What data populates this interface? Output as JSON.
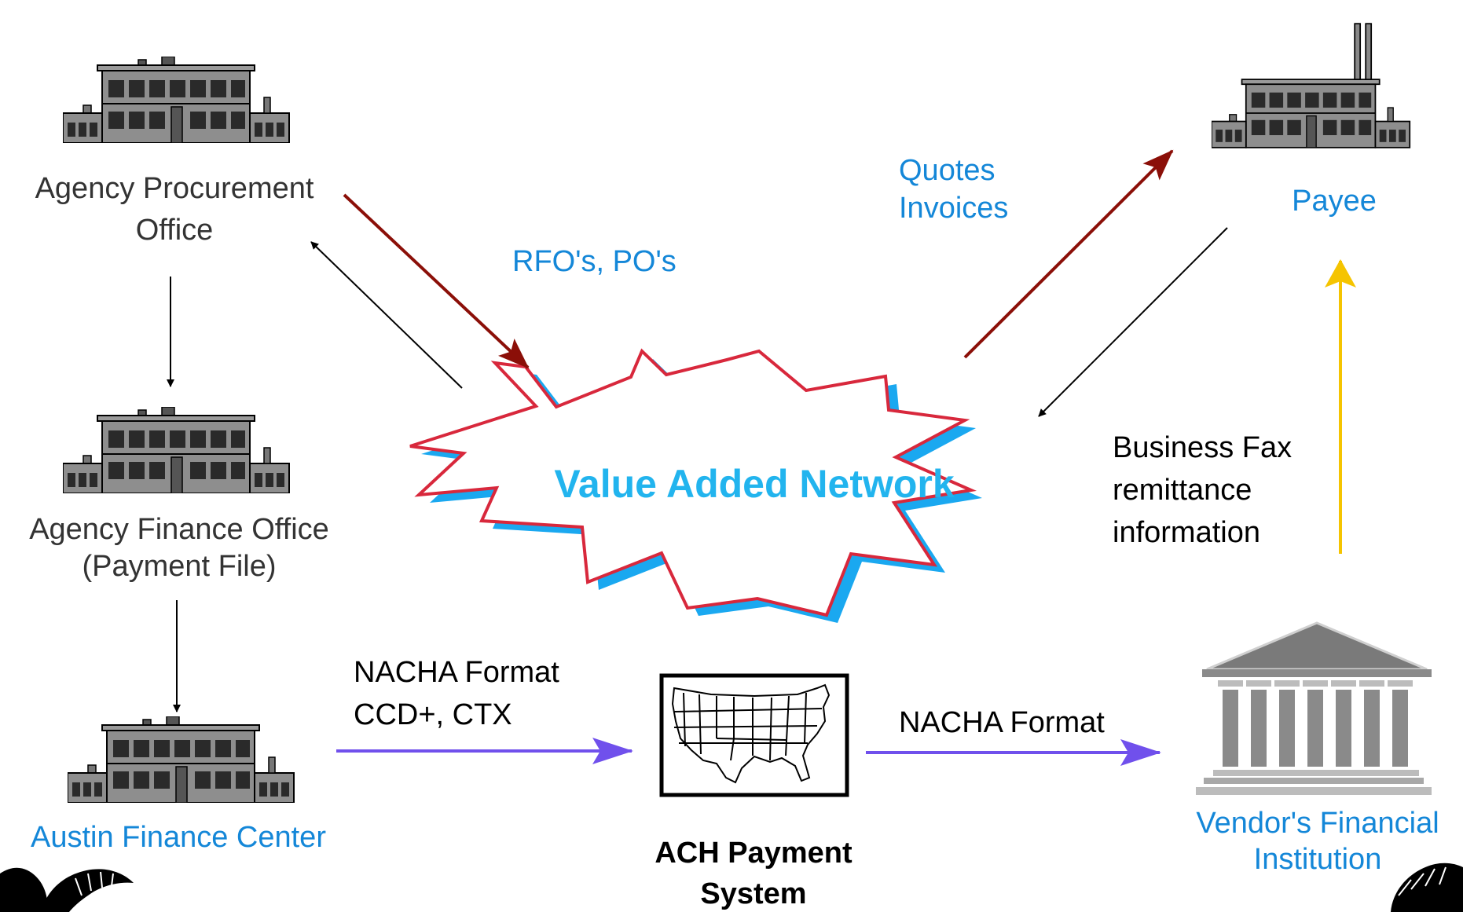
{
  "nodes": {
    "procurement": {
      "line1": "Agency Procurement",
      "line2": "Office"
    },
    "finance": {
      "line1": "Agency Finance Office",
      "line2": "(Payment File)"
    },
    "austin": {
      "label": "Austin Finance Center"
    },
    "van": {
      "label": "Value Added Network"
    },
    "ach": {
      "line1": "ACH Payment",
      "line2": "System"
    },
    "payee": {
      "label": "Payee"
    },
    "vendor_bank": {
      "line1": "Vendor's Financial",
      "line2": "Institution"
    }
  },
  "flows": {
    "rfo_po": "RFO's, PO's",
    "quotes": {
      "line1": "Quotes",
      "line2": "Invoices"
    },
    "fax": {
      "line1": "Business Fax",
      "line2": "remittance",
      "line3": "information"
    },
    "nacha_agency": {
      "line1": "NACHA Format",
      "line2": "CCD+, CTX"
    },
    "nacha_ach": "NACHA Format"
  },
  "colors": {
    "blue_label": "#1487d8",
    "van_text": "#22b4ee",
    "burst_outline": "#d8283c",
    "burst_shadow": "#1aa8f0",
    "dark_red_arrow": "#8b0f08",
    "purple_arrow": "#7050ec",
    "gold_arrow": "#f5c400",
    "black": "#000000"
  },
  "icons": [
    "building-icon",
    "factory-icon",
    "bank-icon",
    "usa-map-icon",
    "palm-leaf-icon"
  ]
}
